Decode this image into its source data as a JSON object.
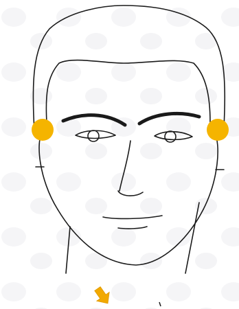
{
  "colors": {
    "background": "#ffffff",
    "line": "#1a1a1a",
    "marker": "#f5b400",
    "arrow": "#f2a900"
  },
  "diagram": {
    "subject": "front-view-male-face-outline",
    "markers": [
      {
        "id": "left-temple-point",
        "side": "left"
      },
      {
        "id": "right-temple-point",
        "side": "right"
      }
    ],
    "arrow_icon": "down-arrow-icon"
  }
}
